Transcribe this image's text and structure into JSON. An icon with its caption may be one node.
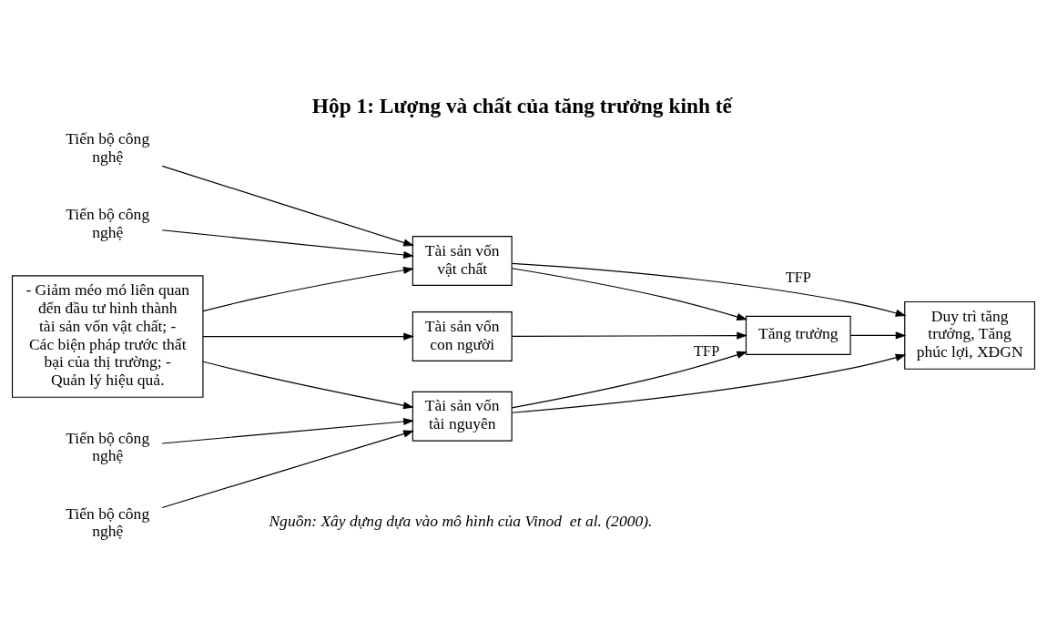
{
  "diagram": {
    "title": "Hộp 1: Lượng và chất của tăng trưởng kinh tế",
    "caption": "Nguồn: Xây dựng dựa vào mô hình của Vinod  et al. (2000).",
    "nodes": [
      {
        "text": [
          "Tiến bộ công nghệ"
        ]
      },
      {
        "text": [
          "Tiến bộ công nghệ"
        ]
      },
      {
        "text": [
          "Tài sản vốn vật chất"
        ]
      },
      {
        "text": [
          "- Giảm méo mó liên quan đến đầu tư hình thành tài sản vốn vật chất; - Các biện pháp trước thất bại của thị trường; - Quản lý hiệu quả."
        ]
      },
      {
        "text": [
          "Tài sản vốn con người"
        ]
      },
      {
        "text": [
          "Tăng trưởng"
        ]
      },
      {
        "text": [
          "Duy trì tăng trưởng, Tăng phúc lợi, XĐGN"
        ]
      },
      {
        "text": [
          "Tài sản vốn tài nguyên"
        ]
      },
      {
        "text": [
          "Tiến bộ công nghệ"
        ]
      },
      {
        "text": [
          "Tiến bộ công nghệ"
        ]
      }
    ],
    "edges": [
      {
        "from": 0,
        "to": 2,
        "arrow": "to"
      },
      {
        "from": 3,
        "to": 2,
        "arrow": "to"
      },
      {
        "from": 1,
        "to": 2,
        "arrow": "to"
      },
      {
        "from": 2,
        "to": 6,
        "arrow": "to",
        "label": "TFP"
      },
      {
        "from": 2,
        "to": 5,
        "arrow": "to"
      },
      {
        "from": 3,
        "to": 4,
        "arrow": "to"
      },
      {
        "from": 4,
        "to": 5,
        "arrow": "to"
      },
      {
        "from": 5,
        "to": 6,
        "arrow": "to"
      },
      {
        "from": 3,
        "to": 7,
        "arrow": "to"
      },
      {
        "from": 7,
        "to": 5,
        "arrow": "to",
        "label": "TFP"
      },
      {
        "from": 7,
        "to": 6,
        "arrow": "to"
      },
      {
        "from": 8,
        "to": 7,
        "arrow": "to"
      },
      {
        "from": 9,
        "to": 7,
        "arrow": "to"
      }
    ]
  }
}
